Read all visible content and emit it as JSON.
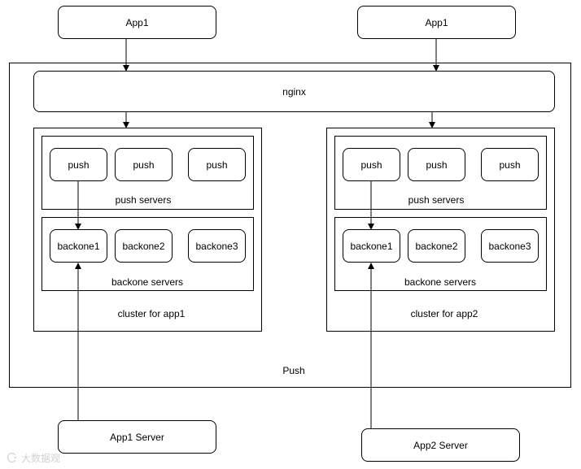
{
  "diagram": {
    "top_apps": {
      "left": "App1",
      "right": "App1"
    },
    "nginx": "nginx",
    "push_frame": "Push",
    "clusters": [
      {
        "label": "cluster for app1",
        "push_servers_label": "push servers",
        "push_nodes": [
          "push",
          "push",
          "push"
        ],
        "backone_servers_label": "backone servers",
        "backone_nodes": [
          "backone1",
          "backone2",
          "backone3"
        ]
      },
      {
        "label": "cluster for app2",
        "push_servers_label": "push servers",
        "push_nodes": [
          "push",
          "push",
          "push"
        ],
        "backone_servers_label": "backone servers",
        "backone_nodes": [
          "backone1",
          "backone2",
          "backone3"
        ]
      }
    ],
    "bottom_servers": {
      "left": "App1 Server",
      "right": "App2 Server"
    }
  },
  "watermark": {
    "text": "大数据观"
  },
  "icons": {
    "arrowhead": "arrow-head-icon",
    "watermark_logo": "watermark-logo-icon"
  },
  "colors": {
    "line": "#000000",
    "background": "#ffffff",
    "watermark": "#9a9a9a"
  }
}
